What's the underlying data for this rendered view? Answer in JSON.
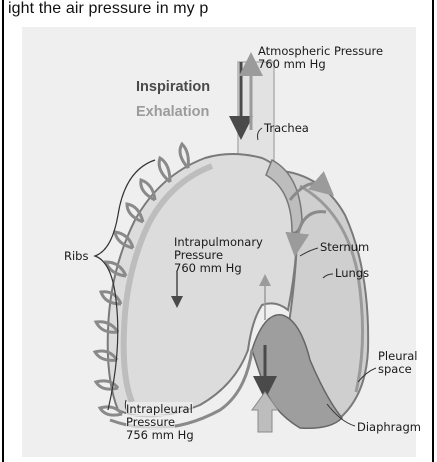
{
  "caption": "ight the air pressure in my p",
  "labels": {
    "atmospheric_title": "Atmospheric Pressure",
    "atmospheric_value": "760 mm Hg",
    "inspiration": "Inspiration",
    "exhalation": "Exhalation",
    "trachea": "Trachea",
    "ribs": "Ribs",
    "intrapulmonary_l1": "Intrapulmonary",
    "intrapulmonary_l2": "Pressure",
    "intrapulmonary_l3": "760 mm Hg",
    "sternum": "Sternum",
    "lungs": "Lungs",
    "pleural_l1": "Pleural",
    "pleural_l2": "space",
    "intrapleural_l1": "Intrapleural",
    "intrapleural_l2": "Pressure",
    "intrapleural_l3": "756 mm Hg",
    "diaphragm": "Diaphragm"
  },
  "colors": {
    "inspiration": "#4a4a4a",
    "exhalation": "#9b9b9b",
    "lung_fill": "#dcdcdc",
    "background": "#efefef",
    "pleura": "#8a8a8a"
  }
}
